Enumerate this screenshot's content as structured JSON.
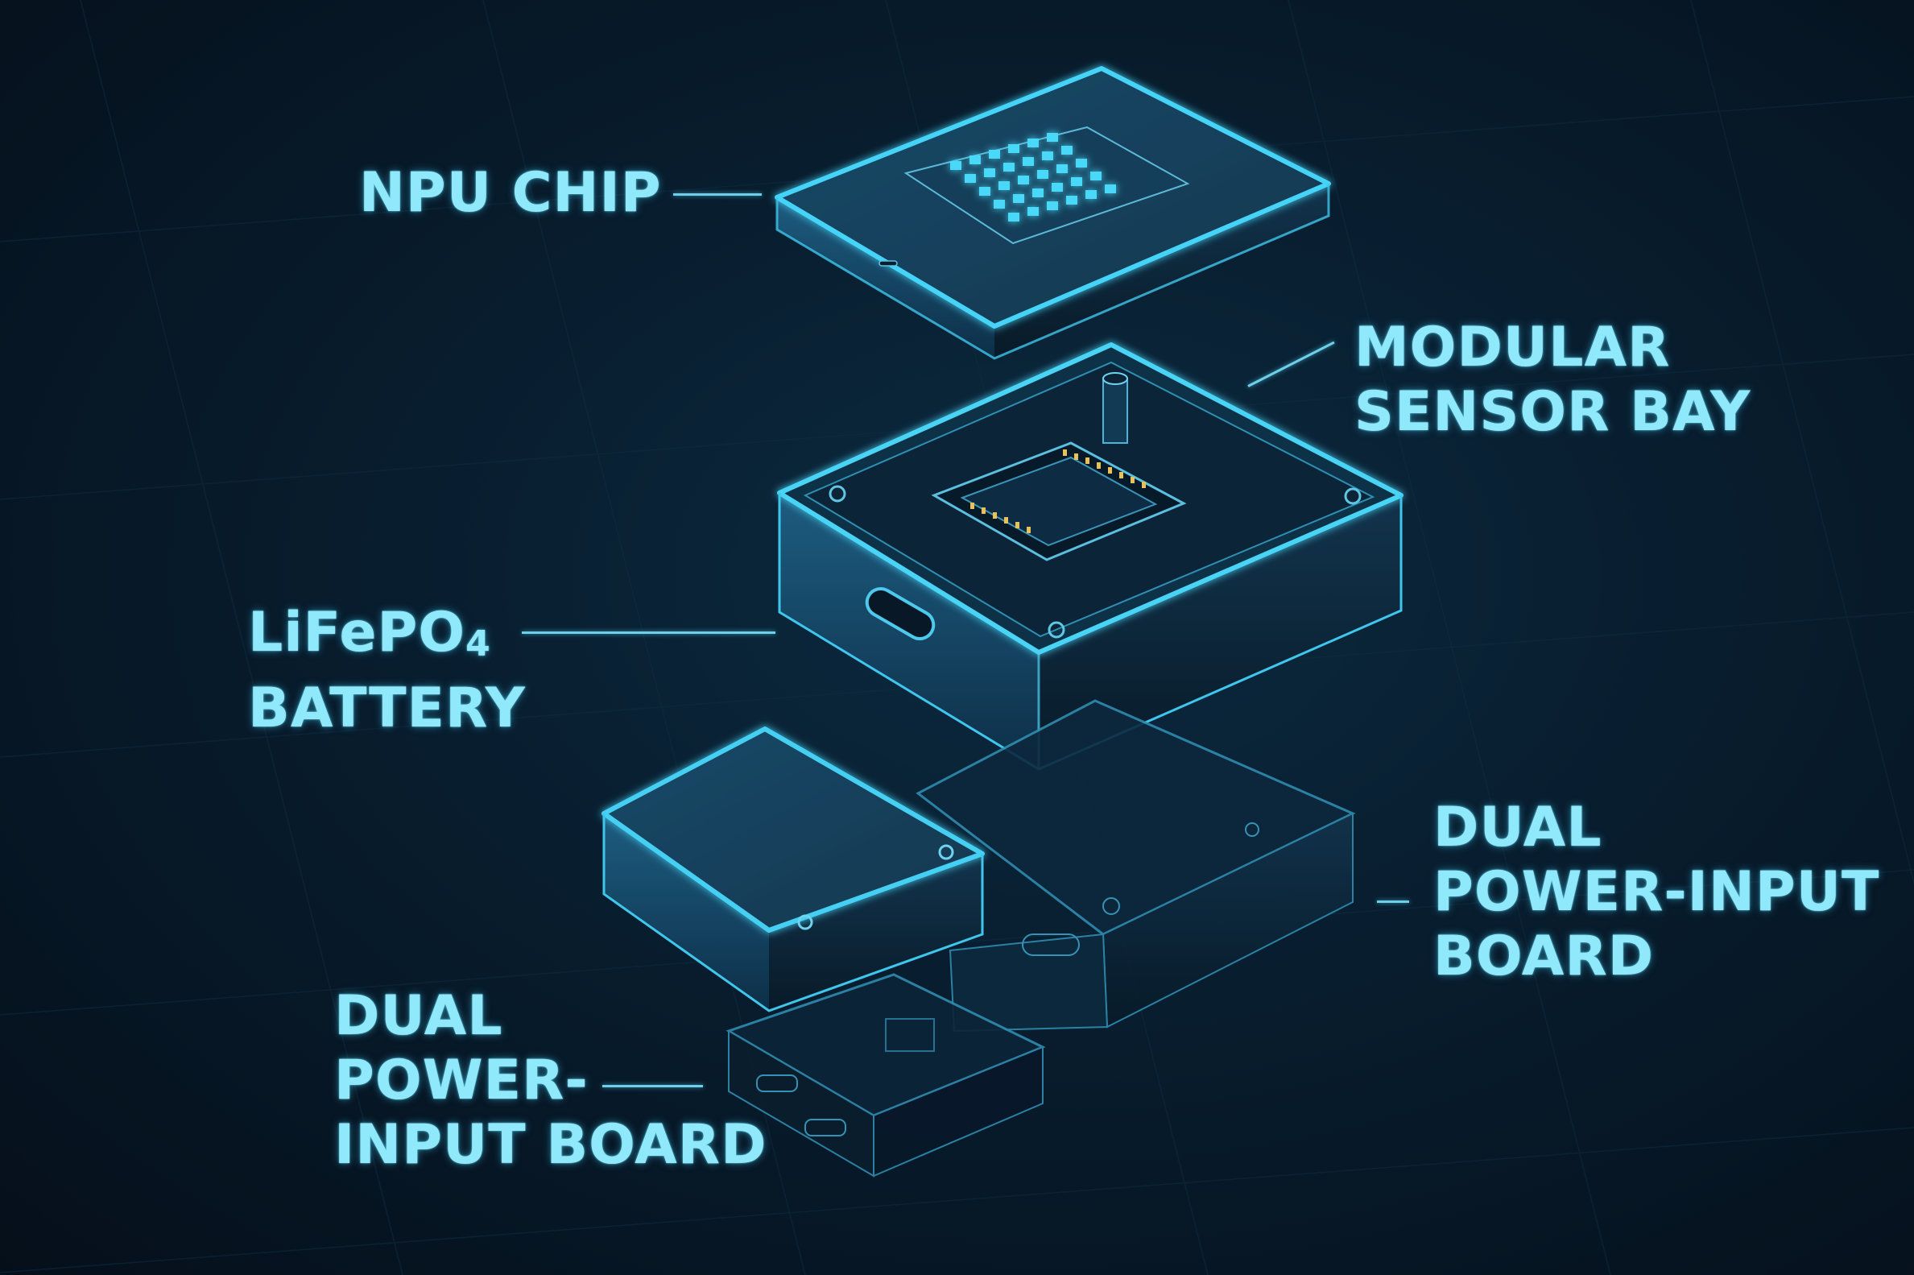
{
  "labels": {
    "npu_chip": "NPU CHIP",
    "sensor_bay": [
      "MODULAR",
      "SENSOR BAY"
    ],
    "battery": {
      "formula_main": "LiFePO",
      "formula_sub": "4",
      "line2": "BATTERY"
    },
    "power_board_right": [
      "DUAL",
      "POWER-INPUT",
      "BOARD"
    ],
    "power_board_left": [
      "DUAL",
      "POWER-",
      "INPUT BOARD"
    ]
  },
  "colors": {
    "background": "#081d2e",
    "label_text": "#8fe9fb",
    "accent_glow": "#3fd0f5",
    "connector": "#6fcfe8"
  }
}
